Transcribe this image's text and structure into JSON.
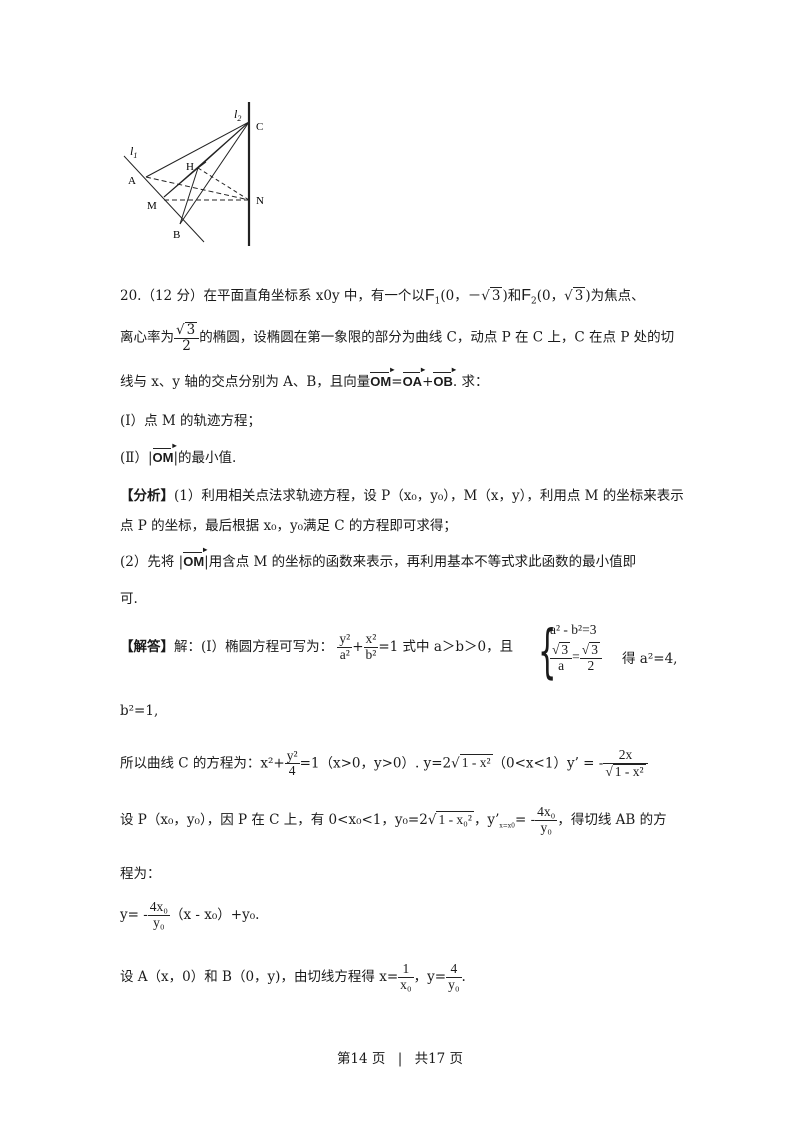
{
  "figure": {
    "labels": {
      "l1": "l",
      "l1_sub": "1",
      "l2": "l",
      "l2_sub": "2",
      "A": "A",
      "B": "B",
      "C": "C",
      "H": "H",
      "M": "M",
      "N": "N"
    }
  },
  "problem": {
    "number": "20.（12 分）",
    "line1_a": "在平面直角坐标系 x0y 中，有一个以",
    "F1": "F",
    "F1_sub": "1",
    "F1_coords_a": "(0，－",
    "sqrt3": "3",
    "F1_coords_b": ")和",
    "F2": "F",
    "F2_sub": "2",
    "F2_coords_a": "(0，",
    "F2_coords_b": ")为焦点、",
    "line2_a": "离心率为",
    "frac_num": "3",
    "frac_den": "2",
    "line2_b": "的椭圆，设椭圆在第一象限的部分为曲线 C，动点 P 在 C 上，C 在点 P 处的切",
    "line3_a": "线与 x、y 轴的交点分别为 A、B，且向量",
    "vec_OM": "OM",
    "eq": "=",
    "vec_OA": "OA",
    "plus": "+",
    "vec_OB": "OB",
    "line3_b": ". 求：",
    "part1": "(Ⅰ）点 M 的轨迹方程；",
    "part2_a": "(Ⅱ）",
    "part2_vec": "OM",
    "part2_b": "的最小值."
  },
  "analysis": {
    "tag": "【分析】",
    "line1": "(1）利用相关点法求轨迹方程，设 P（x₀，y₀），M（x，y），利用点 M 的坐标来表示",
    "line2": "点 P 的坐标，最后根据 x₀，y₀满足 C 的方程即可求得；",
    "line3_a": "(2）先将",
    "line3_vec": "OM",
    "line3_b": "用含点 M 的坐标的函数来表示，再利用基本不等式求此函数的最小值即",
    "line4": "可."
  },
  "solution": {
    "tag": "【解答】",
    "s1_a": "解：(Ⅰ）椭圆方程可写为：",
    "y2": "y²",
    "a2": "a²",
    "x2": "x²",
    "b2": "b²",
    "s1_b": "=1 式中 a＞b＞0，且",
    "sys1": "a² - b²=3",
    "sys2_num": "3",
    "sys2_den": "a",
    "sys2_rnum": "3",
    "sys2_rden": "2",
    "s1_c": "得 a²=4,",
    "s2": "b²=1,",
    "s3_a": "所以曲线 C 的方程为：x²+",
    "s3_num": "y²",
    "s3_den": "4",
    "s3_b": "=1（x>0，y>0）. y=2",
    "s3_sqrt": "1 - x²",
    "s3_c": "（0<x<1）y’ = -",
    "s3_fnum": "2x",
    "s3_fden": "1 - x²",
    "s4_a": "设 P（x₀，y₀），因 P 在 C 上，有 0<x₀<1，y₀=2",
    "s4_sqrt": "1 - x₀²",
    "s4_b": "，y’",
    "s4_sub": "x=x0",
    "s4_c": "= -",
    "s4_fnum": "4x₀",
    "s4_fden": "y₀",
    "s4_d": "，得切线 AB 的方",
    "s5": "程为：",
    "s6_a": "y= -",
    "s6_fnum": "4x₀",
    "s6_fden": "y₀",
    "s6_b": "（x - x₀）+y₀.",
    "s7_a": "设 A（x，0）和 B（0，y)，由切线方程得 x=",
    "s7_f1num": "1",
    "s7_f1den": "x₀",
    "s7_b": "，y=",
    "s7_f2num": "4",
    "s7_f2den": "y₀",
    "s7_c": "."
  },
  "footer": {
    "page": "第14 页",
    "sep": "|",
    "total": "共17 页"
  }
}
